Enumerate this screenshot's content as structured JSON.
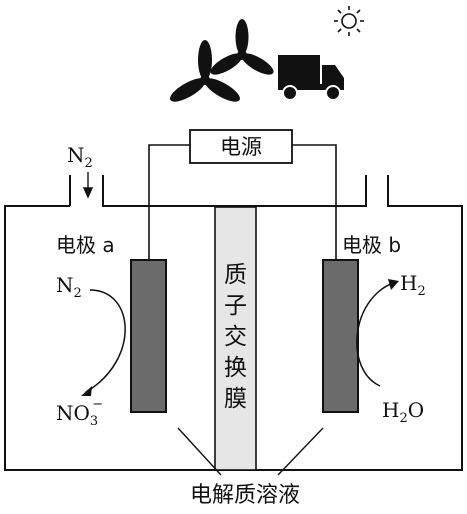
{
  "power_source": {
    "label": "电源"
  },
  "inlet": {
    "gas": "N",
    "gas_sub": "2"
  },
  "electrode_a": {
    "name": "电极 a",
    "reactant": "N",
    "reactant_sub": "2",
    "product": "NO",
    "product_sub": "3",
    "product_sup": "−"
  },
  "electrode_b": {
    "name": "电极 b",
    "product": "H",
    "product_sub": "2",
    "reactant": "H",
    "reactant_sub": "2",
    "reactant_tail": "O"
  },
  "membrane": {
    "chars": [
      "质",
      "子",
      "交",
      "换",
      "膜"
    ]
  },
  "electrolyte": {
    "label": "电解质溶液"
  },
  "icons": [
    "sun-icon",
    "wind-turbine-icon",
    "truck-icon"
  ],
  "colors": {
    "ink": "#111111",
    "electrode": "#6b6b6b",
    "membrane": "#e6e6e6"
  }
}
